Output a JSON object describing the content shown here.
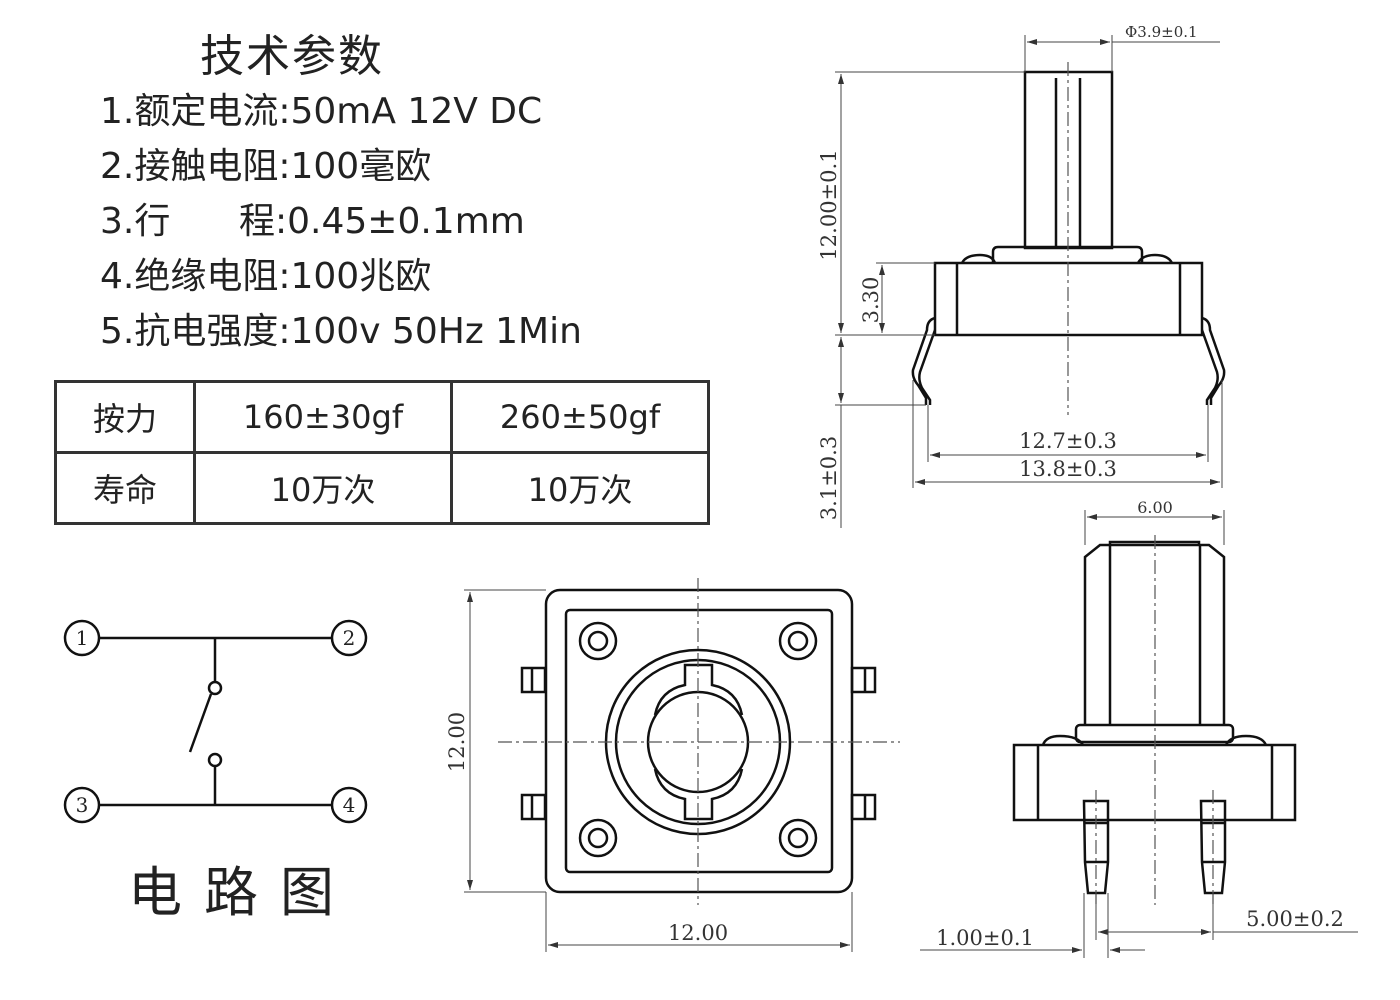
{
  "spec": {
    "title": "技术参数",
    "items": [
      "1.额定电流:50mA 12V DC",
      "2.接触电阻:100毫欧",
      "3.行      程:0.45±0.1mm",
      "4.绝缘电阻:100兆欧",
      "5.抗电强度:100v 50Hz 1Min"
    ]
  },
  "table": {
    "rows": [
      [
        "按力",
        "160±30gf",
        "260±50gf"
      ],
      [
        "寿命",
        "10万次",
        "10万次"
      ]
    ]
  },
  "circuit": {
    "title": "电路图",
    "pins": [
      "1",
      "2",
      "3",
      "4"
    ]
  },
  "dimensions": {
    "stem_diameter": "Φ3.9±0.1",
    "total_height": "12.00±0.1",
    "body_height": "3.30",
    "pin_length": "3.1±0.3",
    "pin_span_inner": "12.7±0.3",
    "pin_span_outer": "13.8±0.3",
    "stem_width": "6.00",
    "top_height": "12.00",
    "top_width": "12.00",
    "pin_width": "1.00±0.1",
    "pin_pitch": "5.00±0.2"
  }
}
